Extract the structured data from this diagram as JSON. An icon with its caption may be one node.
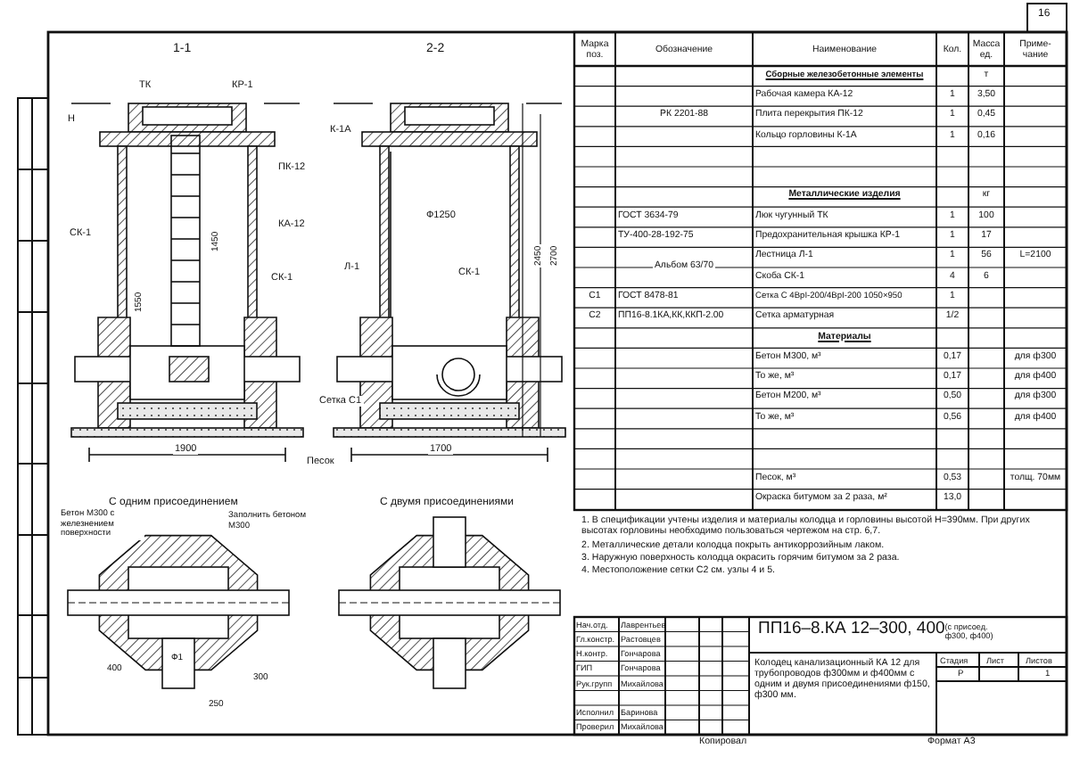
{
  "diagram": {
    "title": "ПП16–8.КА 12–300, 400$^{(с присоед. ф300, ф400)}$",
    "labels": [
      "16",
      "1-1",
      "2-2",
      "ТК",
      "КР-1",
      "Н",
      "ПК-12",
      "СК-1",
      "1450",
      "1550",
      "КА-12",
      "СК-1",
      "1900",
      "Песок",
      "К-1А",
      "Л-1",
      "Ф1250",
      "СК-1",
      "Сетка С1",
      "1700",
      "2450",
      "2700",
      "С одним присоединением",
      "С двумя присоединениями",
      "Бетон М300 с железнением поверхности",
      "Заполнить бетоном М300",
      "400",
      "Ф1",
      "250",
      "300",
      "Марка поз.",
      "Обозначение",
      "Наименование",
      "Кол.",
      "Масса ед.",
      "Приме- чание",
      "Сборные железобетонные элементы",
      "т",
      "Рабочая камера КА-12",
      "1",
      "3,50",
      "РК 2201-88",
      "Плита перекрытия ПК-12",
      "1",
      "0,45",
      "Кольцо горловины К-1А",
      "1",
      "0,16",
      "Металлические изделия",
      "кг",
      "ГОСТ 3634-79",
      "Люк чугунный ТК",
      "1",
      "100",
      "ТУ-400-28-192-75",
      "Предохранительная крышка КР-1",
      "1",
      "17",
      "Альбом 63/70",
      "Лестница Л-1",
      "1",
      "56",
      "L=2100",
      "Скоба СК-1",
      "4",
      "6",
      "С1",
      "ГОСТ 8478-81",
      "Сетка С 4ВрI-200/4ВрI-200 1050×950",
      "1",
      "С2",
      "ПП16-8.1КА,КК,ККП-2.00",
      "Сетка арматурная",
      "1/2",
      "Материалы",
      "Бетон М300, м³",
      "0,17",
      "для ф300",
      "То же, м³",
      "0,17",
      "для ф400",
      "Бетон М200, м³",
      "0,50",
      "для ф300",
      "То же, м³",
      "0,56",
      "для ф400",
      "Песок, м³",
      "0,53",
      "толщ. 70мм",
      "Окраска битумом за 2 раза, м²",
      "13,0",
      "1. В спецификации учтены изделия и материалы колодца и горловины высотой Н=390мм. При других высотах горловины необходимо пользоваться чертежом на стр. 6,7.",
      "2. Металлические детали колодца покрыть антикоррозийным лаком.",
      "3. Наружную поверхность колодца окрасить горячим битумом за 2 раза.",
      "4. Местоположение сетки С2 см. узлы 4 и 5.",
      "Нач.отд.",
      "Лаврентьев",
      "Гл.констр.",
      "Растовцев",
      "Н.контр.",
      "Гончарова",
      "ГИП",
      "Гончарова",
      "Рук.групп",
      "Михайлова",
      "Исполнил",
      "Баринова",
      "Проверил",
      "Михайлова",
      "Колодец канализационный КА 12 для трубопроводов ф300мм и ф400мм с одним и двумя присоединениями ф150, ф300 мм.",
      "Стадия",
      "Лист",
      "Листов",
      "Р",
      "1",
      "Копировал",
      "Формат А3"
    ]
  }
}
